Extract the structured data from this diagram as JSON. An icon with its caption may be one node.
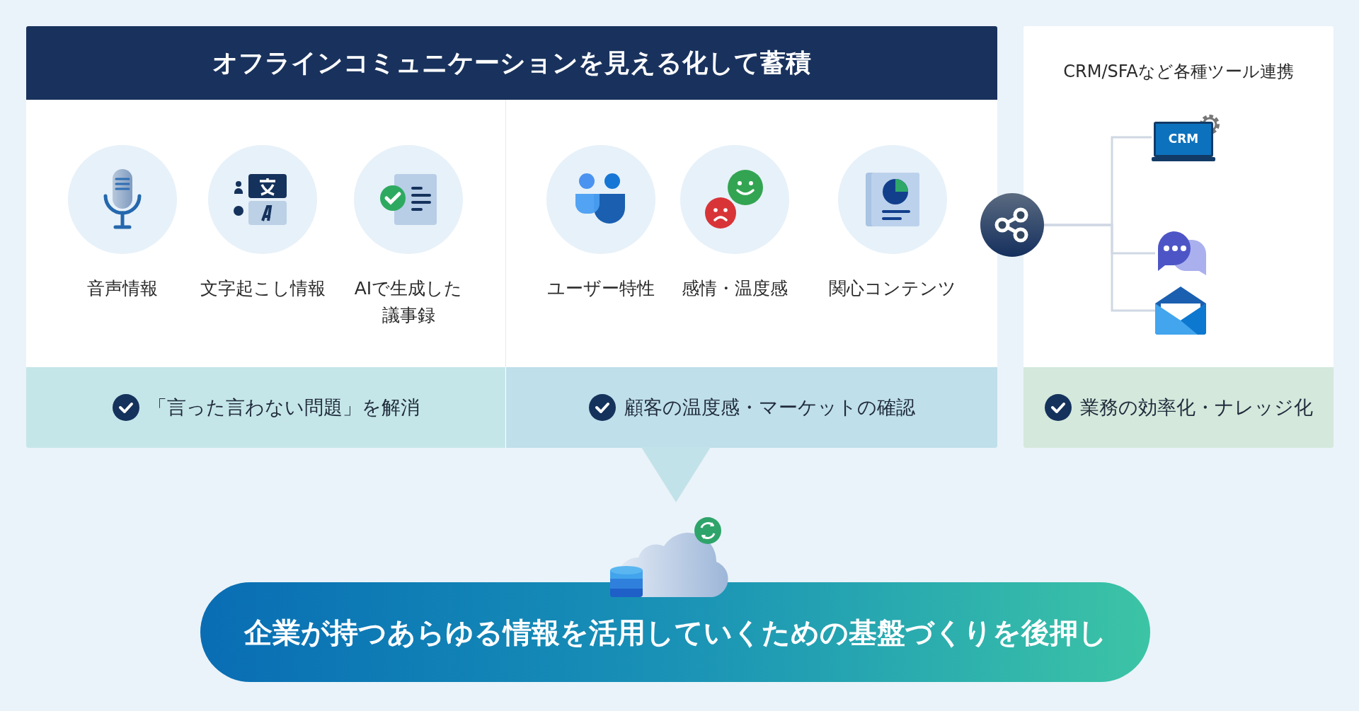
{
  "diagram": {
    "nodes": [
      {
        "text": [
          "オフラインコミュニケーションを見える化して蓄積"
        ]
      },
      {
        "text": [
          "音声情報"
        ],
        "in": 0
      },
      {
        "text": [
          "文字起こし情報"
        ],
        "in": 0
      },
      {
        "text": [
          "AIで生成した議事録"
        ],
        "in": 0
      },
      {
        "text": [
          "ユーザー特性"
        ],
        "in": 0
      },
      {
        "text": [
          "感情・温度感"
        ],
        "in": 0
      },
      {
        "text": [
          "関心コンテンツ"
        ],
        "in": 0
      },
      {
        "text": [
          "「言った言わない問題」を解消"
        ],
        "in": 0
      },
      {
        "text": [
          "顧客の温度感・マーケットの確認"
        ],
        "in": 0
      },
      {
        "text": [
          "CRM/SFAなど各種ツール連携"
        ]
      },
      {
        "text": [],
        "shape": "circle"
      },
      {
        "text": [
          "CRM"
        ],
        "in": 9
      },
      {
        "text": [],
        "shape": "picture",
        "in": 9
      },
      {
        "text": [],
        "shape": "picture",
        "in": 9
      },
      {
        "text": [
          "業務の効率化・ナレッジ化"
        ],
        "in": 9
      },
      {
        "text": [],
        "shape": "cloud"
      },
      {
        "text": [
          "企業が持つあらゆる情報を活用していくための基盤づくりを後押し"
        ]
      },
      {
        "text": [],
        "shape": "triangle"
      }
    ],
    "edges": [
      {
        "from": 10,
        "to": 11,
        "arrow": "none"
      },
      {
        "from": 10,
        "to": 12,
        "arrow": "none"
      },
      {
        "from": 10,
        "to": 13,
        "arrow": "none"
      }
    ]
  }
}
